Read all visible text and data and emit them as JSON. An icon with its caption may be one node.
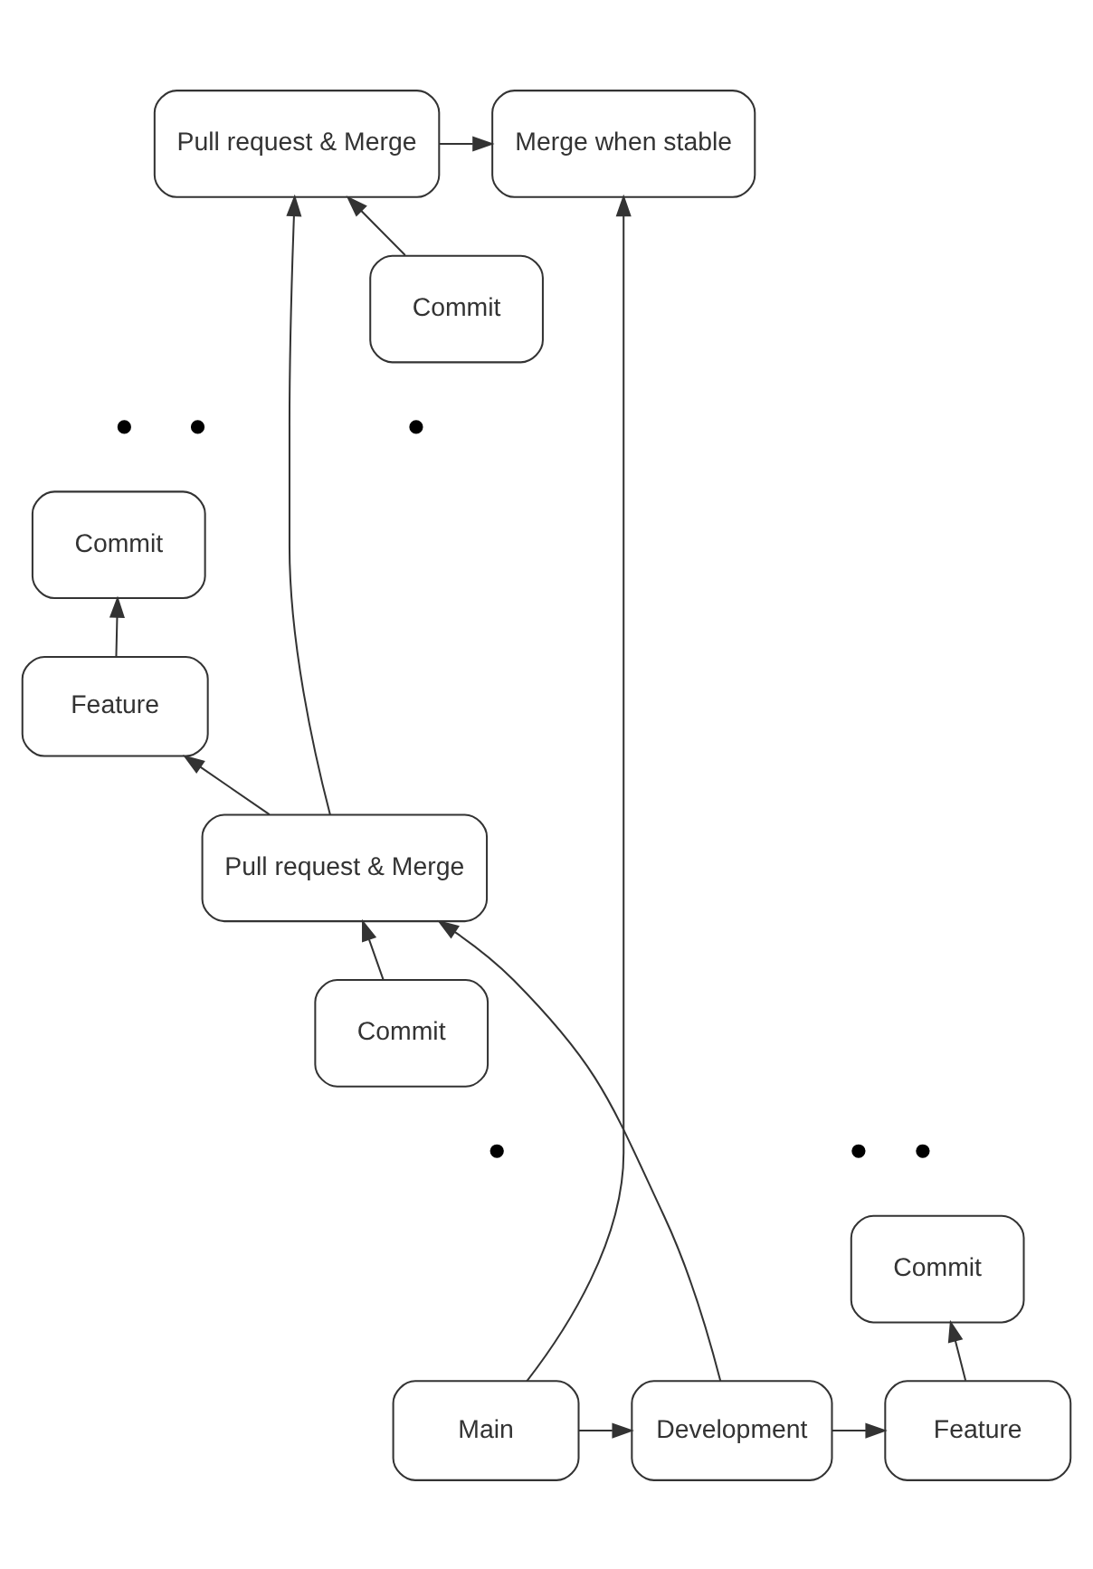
{
  "diagram": {
    "nodes": [
      {
        "text": [
          "Merge when stable"
        ]
      },
      {
        "text": [
          "Pull request & Merge"
        ]
      },
      {
        "text": [
          "Commit"
        ]
      },
      {
        "text": [],
        "shape": "dots"
      },
      {
        "text": [
          "Commit"
        ]
      },
      {
        "text": [
          "Feature"
        ]
      },
      {
        "text": [
          "Pull request & Merge"
        ]
      },
      {
        "text": [
          "Commit"
        ]
      },
      {
        "text": [],
        "shape": "dots"
      },
      {
        "text": [
          "Commit"
        ]
      },
      {
        "text": [
          "Main"
        ]
      },
      {
        "text": [
          "Development"
        ]
      },
      {
        "text": [
          "Feature"
        ]
      }
    ],
    "edges": [
      {
        "from": 10,
        "to": 0,
        "arrow": "to"
      },
      {
        "from": 1,
        "to": 0,
        "arrow": "to"
      },
      {
        "from": 2,
        "to": 1,
        "arrow": "to"
      },
      {
        "from": 5,
        "to": 4,
        "arrow": "to"
      },
      {
        "from": 6,
        "to": 1,
        "arrow": "to"
      },
      {
        "from": 6,
        "to": 5,
        "arrow": "to"
      },
      {
        "from": 7,
        "to": 6,
        "arrow": "to"
      },
      {
        "from": 12,
        "to": 9,
        "arrow": "to"
      },
      {
        "from": 10,
        "to": 11,
        "arrow": "to"
      },
      {
        "from": 11,
        "to": 12,
        "arrow": "to"
      },
      {
        "from": 11,
        "to": 6,
        "arrow": "to"
      }
    ]
  }
}
